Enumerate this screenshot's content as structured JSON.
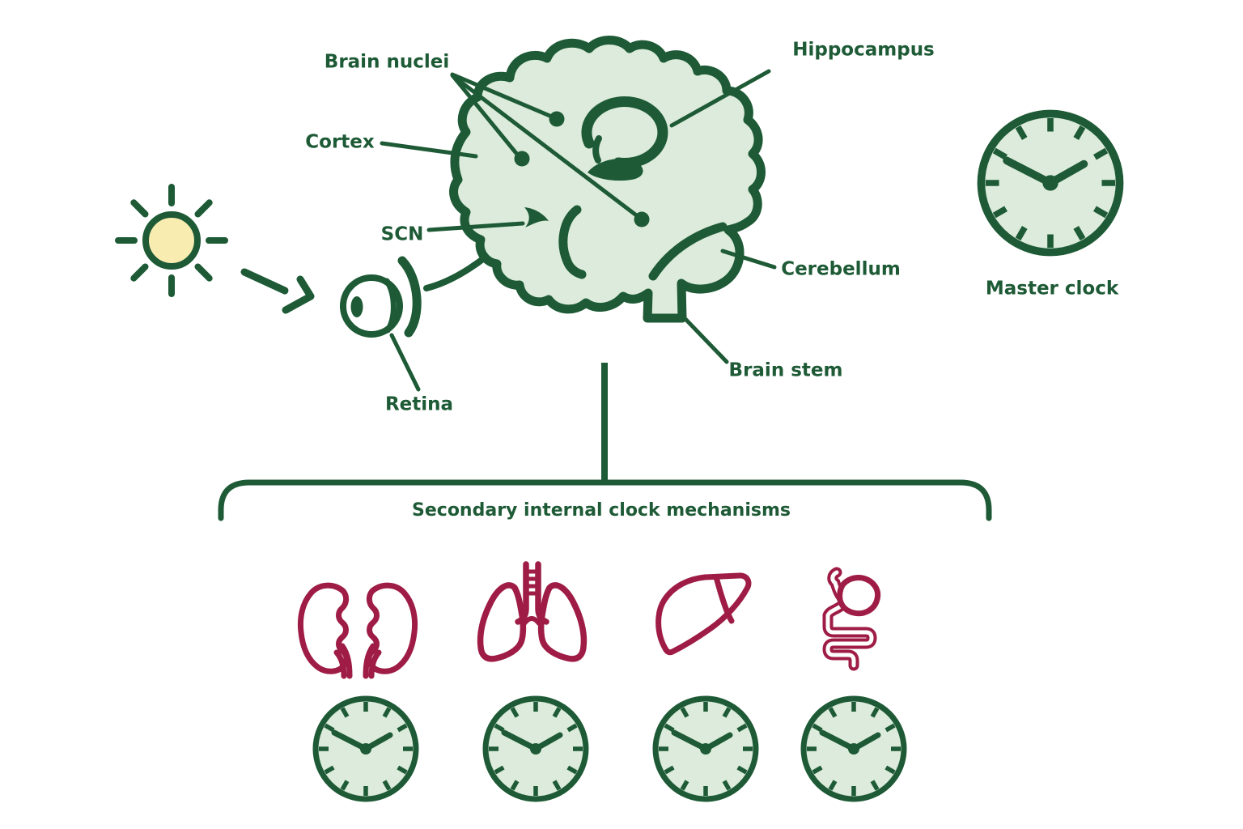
{
  "diagram": {
    "labels": {
      "brain_nuclei": "Brain nuclei",
      "hippocampus": "Hippocampus",
      "cortex": "Cortex",
      "scn": "SCN",
      "cerebellum": "Cerebellum",
      "brain_stem": "Brain stem",
      "retina": "Retina",
      "master_clock": "Master clock",
      "secondary_title": "Secondary internal clock mechanisms"
    },
    "icons": {
      "sun": "sun-icon",
      "arrow": "arrow-icon",
      "eye": "eye-icon",
      "brain": "brain-icon",
      "master_clock": "clock-icon",
      "organs": [
        "kidneys-icon",
        "lungs-icon",
        "liver-icon",
        "intestines-icon"
      ],
      "organ_clocks": [
        "clock-icon",
        "clock-icon",
        "clock-icon",
        "clock-icon"
      ]
    },
    "clock_time_shown": "10:10",
    "colors": {
      "dark_green": "#1d5a35",
      "light_green": "#dcebdb",
      "crimson": "#9e1c45",
      "sun_yellow": "#f8ecb0",
      "background": "#ffffff"
    }
  }
}
